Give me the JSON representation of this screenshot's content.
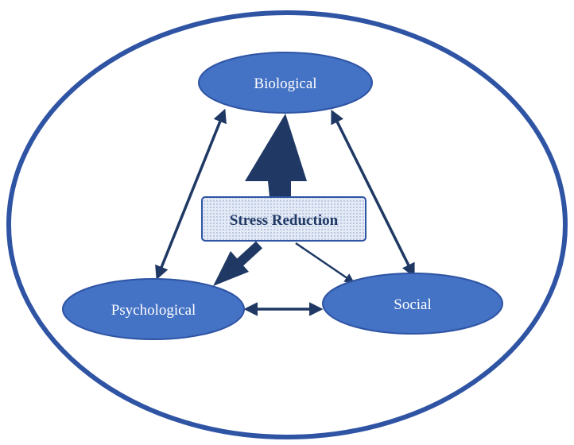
{
  "diagram": {
    "nodes": {
      "biological": "Biological",
      "psychological": "Psychological",
      "social": "Social"
    },
    "center": "Stress Reduction"
  },
  "colors": {
    "outer_ring": "#2f54a4",
    "node_fill": "#4472c4",
    "node_stroke": "#2f54a4",
    "arrow": "#1f3864",
    "center_fill": "#d9e2f3",
    "center_stroke": "#2f54a4",
    "center_text": "#1f3864"
  }
}
